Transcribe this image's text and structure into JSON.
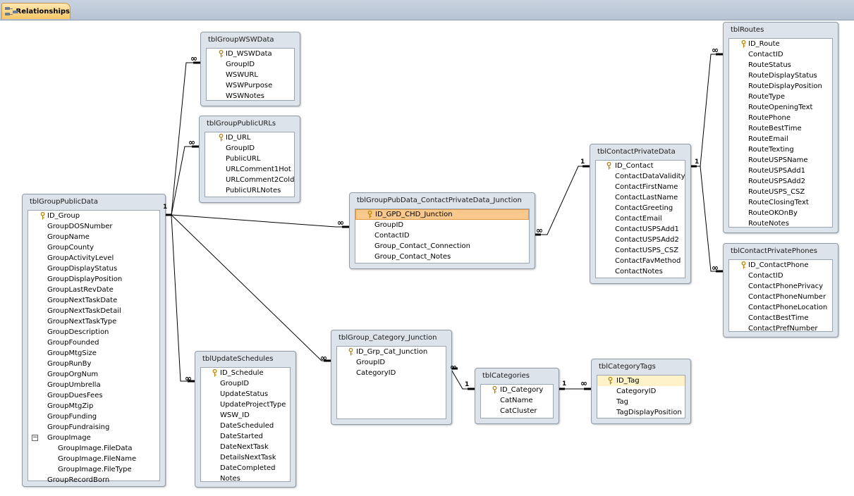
{
  "tab": {
    "label": "Relationships"
  },
  "tables": [
    {
      "name": "tblGroupWSWData",
      "fields": [
        "ID_WSWData",
        "GroupID",
        "WSWURL",
        "WSWPurpose",
        "WSWNotes"
      ]
    },
    {
      "name": "tblGroupPublicURLs",
      "fields": [
        "ID_URL",
        "GroupID",
        "PublicURL",
        "URLComment1Hot",
        "URLComment2Cold",
        "PublicURLNotes"
      ]
    },
    {
      "name": "tblGroupPublicData",
      "fields": [
        "ID_Group",
        "GroupDOSNumber",
        "GroupName",
        "GroupCounty",
        "GroupActivityLevel",
        "GroupDisplayStatus",
        "GroupDisplayPosition",
        "GroupLastRevDate",
        "GroupNextTaskDate",
        "GroupNextTaskDetail",
        "GroupNextTaskType",
        "GroupDescription",
        "GroupFounded",
        "GroupMtgSize",
        "GroupRunBy",
        "GroupOrgNum",
        "GroupUmbrella",
        "GroupDuesFees",
        "GroupMtgZip",
        "GroupFunding",
        "GroupFundraising",
        "GroupImage",
        "GroupImage.FileData",
        "GroupImage.FileName",
        "GroupImage.FileType",
        "GroupRecordBorn"
      ]
    },
    {
      "name": "tblGroupPubData_ContactPrivateData_Junction",
      "fields": [
        "ID_GPD_CHD_Junction",
        "GroupID",
        "ContactID",
        "Group_Contact_Connection",
        "Group_Contact_Notes"
      ]
    },
    {
      "name": "tblContactPrivateData",
      "fields": [
        "ID_Contact",
        "ContactDataValidity",
        "ContactFirstName",
        "ContactLastName",
        "ContactGreeting",
        "ContactEmail",
        "ContactUSPSAdd1",
        "ContactUSPSAdd2",
        "ContactUSPS_CSZ",
        "ContactFavMethod",
        "ContactNotes"
      ]
    },
    {
      "name": "tblRoutes",
      "fields": [
        "ID_Route",
        "ContactID",
        "RouteStatus",
        "RouteDisplayStatus",
        "RouteDisplayPosition",
        "RouteType",
        "RouteOpeningText",
        "RoutePhone",
        "RouteBestTime",
        "RouteEmail",
        "RouteTexting",
        "RouteUSPSName",
        "RouteUSPSAdd1",
        "RouteUSPSAdd2",
        "RouteUSPS_CSZ",
        "RouteClosingText",
        "RouteOKOnBy",
        "RouteNotes"
      ]
    },
    {
      "name": "tblContactPrivatePhones",
      "fields": [
        "ID_ContactPhone",
        "ContactID",
        "ContactPhonePrivacy",
        "ContactPhoneNumber",
        "ContactPhoneLocation",
        "ContactBestTime",
        "ContactPrefNumber"
      ]
    },
    {
      "name": "tblUpdateSchedules",
      "fields": [
        "ID_Schedule",
        "GroupID",
        "UpdateStatus",
        "UpdateProjectType",
        "WSW_ID",
        "DateScheduled",
        "DateStarted",
        "DateNextTask",
        "DetailsNextTask",
        "DateCompleted",
        "Notes"
      ]
    },
    {
      "name": "tblGroup_Category_Junction",
      "fields": [
        "ID_Grp_Cat_Junction",
        "GroupID",
        "CategoryID"
      ]
    },
    {
      "name": "tblCategories",
      "fields": [
        "ID_Category",
        "CatName",
        "CatCluster"
      ]
    },
    {
      "name": "tblCategoryTags",
      "fields": [
        "ID_Tag",
        "CategoryID",
        "Tag",
        "TagDisplayPosition"
      ]
    }
  ],
  "labels": {
    "one": "1",
    "many": "∞"
  }
}
